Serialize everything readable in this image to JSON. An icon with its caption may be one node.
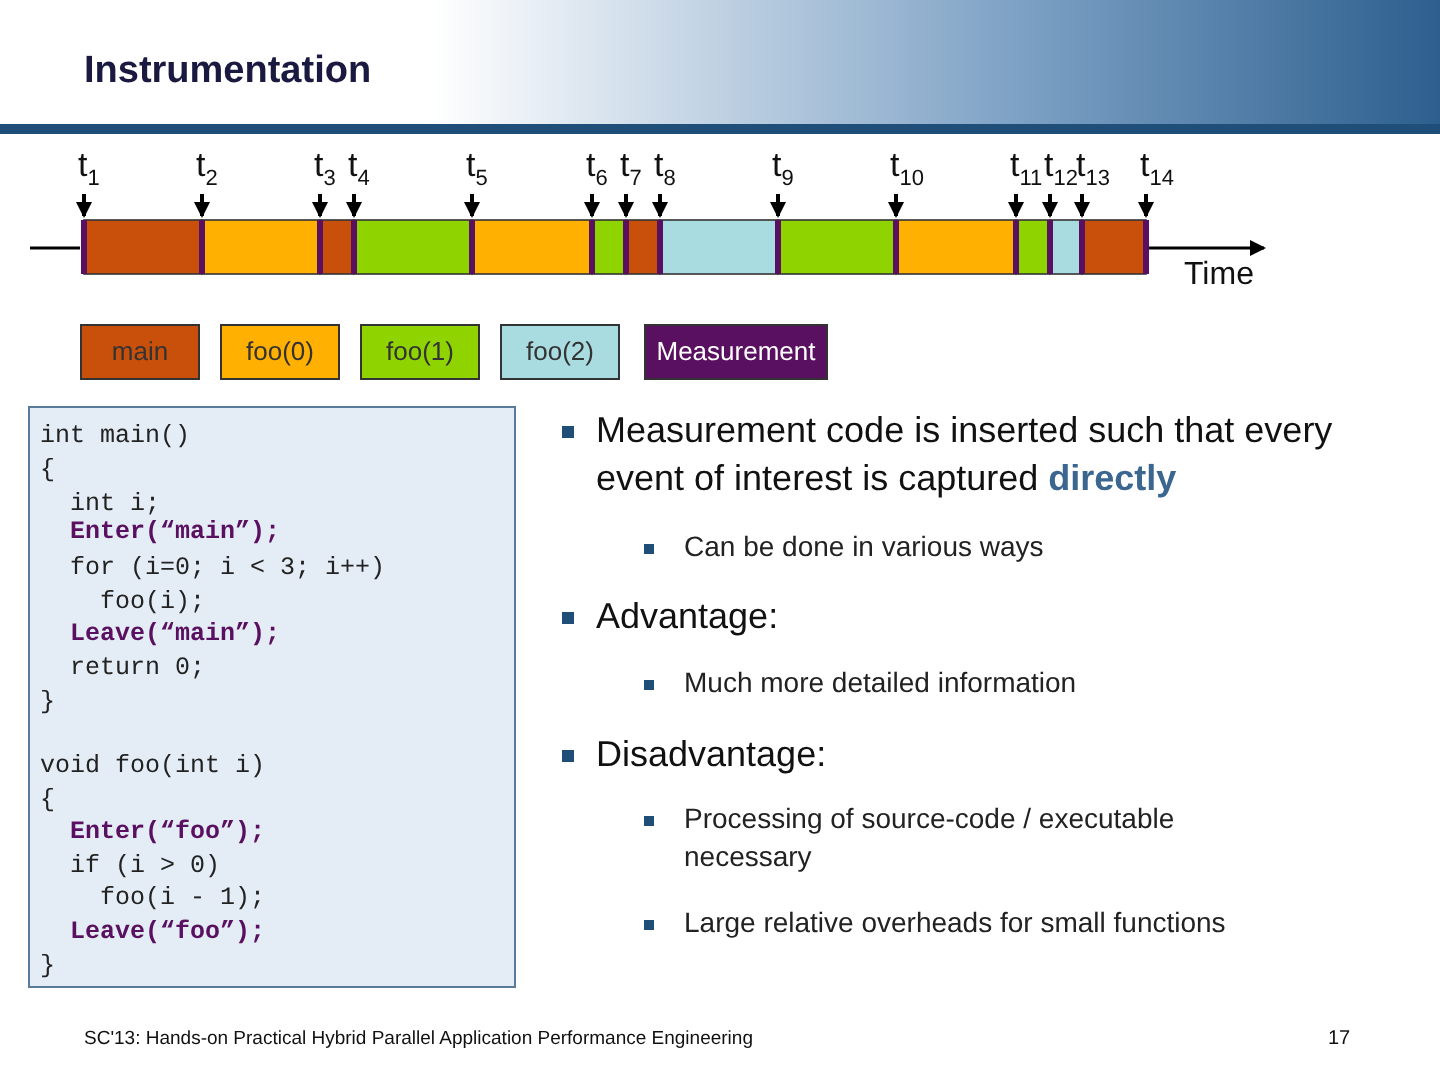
{
  "diagram": {
    "title": "Instrumentation",
    "labels": [
      "t$_{1}$",
      "t$_{2}$",
      "t$_{3}$",
      "t$_{4}$",
      "t$_{5}$",
      "t$_{6}$",
      "t$_{7}$",
      "t$_{8}$",
      "t$_{9}$",
      "t$_{10}$",
      "t$_{11}$",
      "t$_{12}$",
      "t$_{13}$",
      "t$_{14}$",
      "Time",
      "int main()",
      "{",
      "  int i;",
      "  Enter(“main”);",
      "  for (i=0; i < 3; i++)",
      "    foo(i);",
      "  Leave(“main”);",
      "  return 0;",
      "}",
      "void foo(int i)",
      "{",
      "  Enter(“foo”);",
      "  if (i > 0)",
      "    foo(i - 1);",
      "  Leave(“foo”);",
      "}",
      "Measurement code is inserted such that every event of interest is captured **directly**",
      "Can be done in various ways",
      "Advantage:",
      "Much more detailed information",
      "Disadvantage:",
      "Processing of source-code / executable necessary",
      "Large relative overheads for small functions",
      "SC'13: Hands-on Practical Hybrid Parallel Application Performance Engineering",
      "17"
    ],
    "legend": [
      {
        "text": "main",
        "color": "#c8500a"
      },
      {
        "text": "foo(0)",
        "color": "#ffb000"
      },
      {
        "text": "foo(1)",
        "color": "#8fd400"
      },
      {
        "text": "foo(2)",
        "color": "#a8dce0"
      },
      {
        "text": "Measurement",
        "color": "#5a1060"
      }
    ]
  }
}
